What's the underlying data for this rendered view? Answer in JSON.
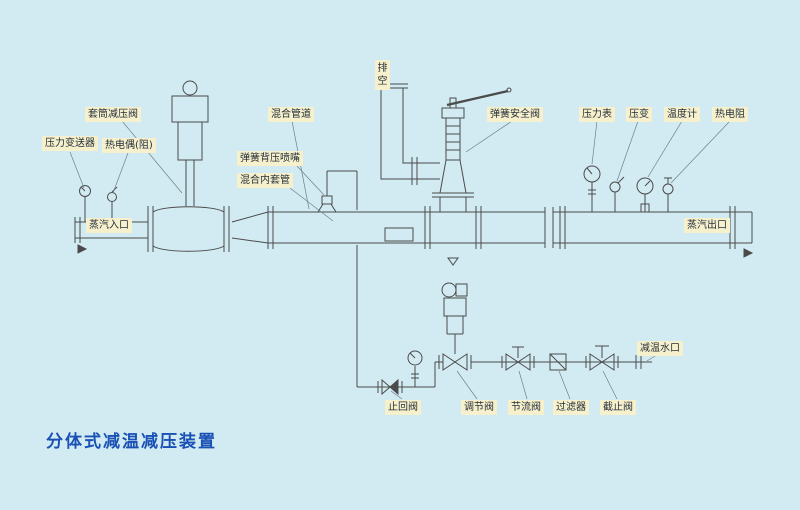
{
  "title": "分体式减温减压装置",
  "colors": {
    "background": "#d2ebf2",
    "line": "#4b4b4b",
    "label_background": "#f6f0cd",
    "title_text": "#1a51b4"
  },
  "labels": {
    "pressure_transmitter": "压力变送器",
    "thermocouple": "热电偶(阻)",
    "sleeve_pressure_reducing_valve": "套筒减压阀",
    "mixing_pipe": "混合管道",
    "spring_back_pressure_nozzle": "弹簧背压喷嘴",
    "mixing_inner_sleeve": "混合内套管",
    "vent": "排空",
    "spring_safety_valve": "弹簧安全阀",
    "pressure_gauge": "压力表",
    "pressure_transducer": "压变",
    "thermometer": "温度计",
    "thermal_resistor": "热电阻",
    "steam_inlet": "蒸汽入口",
    "steam_outlet": "蒸汽出口",
    "cooling_water_inlet": "减温水口",
    "check_valve": "止回阀",
    "regulating_valve": "调节阀",
    "throttle_valve": "节流阀",
    "strainer": "过滤器",
    "stop_valve": "截止阀"
  }
}
